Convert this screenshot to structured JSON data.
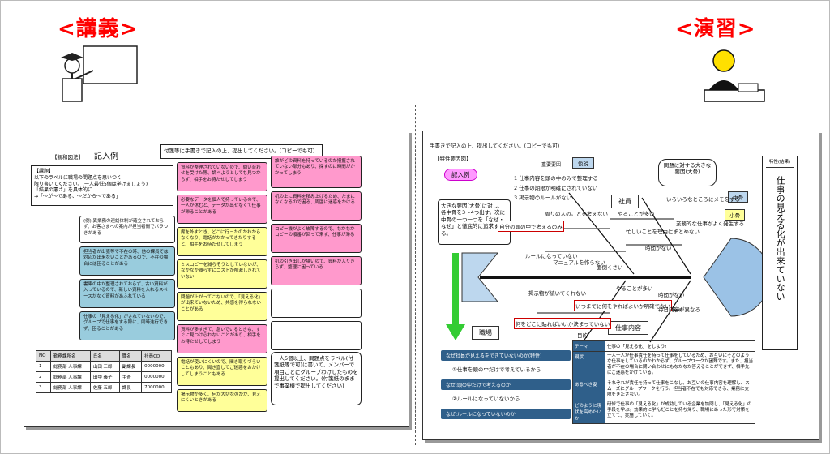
{
  "headings": {
    "lecture": "<講義>",
    "exercise": "<演習>"
  },
  "left": {
    "method_tag": "【親和図法】",
    "example_title": "記入例",
    "instruction": "付箋等に手書きで記入の上、提出してください。(コピーでも可)",
    "task_box": "【課題】\n以下のラベルに職場の問題点を思いつく\n限り書いてください。(一人最低5個は挙げましょう)\n「結果の悪さ」を具体的に\n→「～が～である、～だから～である」",
    "example_note": "(例) 異業務の連絡体制が確立されておらず、お客さまへの案内が担当者間でバラつきがある",
    "notes": [
      {
        "color": "cyan",
        "text": "担当者が出張等で不在の時、他の課員では対応が出来ないことがあるので、不在の場合には困ることがある"
      },
      {
        "color": "cyan",
        "text": "書庫の中が整理されておらず、古い資料が入っているので、新しい資料を入れるスペースがなく資料があふれている"
      },
      {
        "color": "cyan",
        "text": "仕事の「見える化」がされていないので、グループで仕事をする際に、同時進行できず、困ることがある"
      },
      {
        "color": "pink",
        "text": "資料が整理されていないので、問い合わせを受けた際、調べようとしても見つからず、相手をお待たせしてしまう"
      },
      {
        "color": "pink",
        "text": "必要なデータを個人で持っているので、一人が休むと、データが出せなくて仕事が滞ることがある"
      },
      {
        "color": "yellow",
        "text": "席を外すとき、どこに行ったのかわからなくなり、電話がかかってきたりすると、相手をお待たせしてしまう"
      },
      {
        "color": "yellow",
        "text": "ミスコピーを減らそうとしていないが、なかなか減らずにコストが削減しきれていない"
      },
      {
        "color": "yellow",
        "text": "問題が上がってこないので、「見える化」が出来ていないため、共感を得られないことがある"
      },
      {
        "color": "pink",
        "text": "資料が多すぎて、急いでいるときも、すぐに見つけられないことがあり、相手をお待たせしてしまう"
      },
      {
        "color": "yellow",
        "text": "電話が使いにくいので、間き取りづらいこともあり、聞き直してご迷惑をおかけしてしまうこともある"
      },
      {
        "color": "yellow",
        "text": "掲示物が多く、何が大切なのかが、見えにくいときがある"
      },
      {
        "color": "pink",
        "text": "誰がどの資料を持っているのか把握されていない部分もあり、探すのに時間がかかってしまう"
      },
      {
        "color": "pink",
        "text": "机の上に資料を積み上げるため、たまになくなるので困る、周囲に迷惑をかける"
      },
      {
        "color": "pink",
        "text": "コピー機がよく故障するので、なかなかコピーの順番が回って来ず、仕事が滞る"
      },
      {
        "color": "pink",
        "text": "机の引き出しが狭いので、資料が入りきらず、整理に困っている"
      }
    ],
    "submit_box": "一人5個以上、問題点をラベル(付箋紙等で可)に書いて、メンバーで項目ごとにグループわけしたものを提出してください。(付箋紙のままで事業機で提出してください)",
    "table_headers": [
      "NO",
      "勤務課所名",
      "氏名",
      "職名",
      "社員CD"
    ],
    "table_rows": [
      [
        "1",
        "総務部 人事課",
        "山田 三郎",
        "副課長",
        "0000000"
      ],
      [
        "2",
        "総務部 人事課",
        "田中 義子",
        "主査",
        "0000000"
      ],
      [
        "3",
        "総務部 人事課",
        "佐藤 五郎",
        "課長",
        "7000000"
      ]
    ]
  },
  "right": {
    "instruction": "手書きで記入の上、提出してください。(コピーでも可)",
    "method_tag": "【特性要因図】",
    "example_label": "記入例",
    "main_cause_label": "重要要因",
    "hypothesis_label": "仮説",
    "cause_list": [
      "1 仕事内容を頭の中のみで整理する",
      "2 仕事の期限が明確にされていない",
      "3 掲示物のルールがない"
    ],
    "big_cause_bubble": "問題に対する大きな要因(大骨)",
    "left_note": "大きな要因(大骨)に対し、各中骨を3～4つ出す。次に中骨の一つ一つを「なぜ・なぜ」と徹底的に追求する。",
    "bones": {
      "staff": "社員",
      "workplace": "職場",
      "work_content": "仕事内容",
      "middle": "中骨",
      "small": "小骨"
    },
    "labels": [
      "自分の頭の中で考えるのみ",
      "周りの人のことを考えない",
      "いろいろなところにメモをする",
      "やることが多い",
      "忙しいことを理由にまとめない",
      "業務的な仕事がよく発生する",
      "時間がない",
      "ルールになっていない",
      "マニュアルを作らない",
      "面倒くさい",
      "何をどこに貼ればいいか決まっていない",
      "掲示物が続いてくれない",
      "いつまでに何をやればよいか明確でない",
      "やることが多い",
      "毎日内容が異なる",
      "時間がない"
    ],
    "characteristic_head": "特性(結果)",
    "characteristic_text": "仕事の見える化が出来ていない",
    "purpose_label": "目的",
    "theme_label": "テーマ",
    "theme_value": "仕事の「見える化」をしよう!",
    "rows": [
      {
        "head": "現状",
        "text": "一人一人が仕事責任を持って仕事をしているため、お互いにそどのような仕事をしているのかわからず、グループワークが困難です。また、担当者が不在の場合に問い合わせにもなかなか答えることができず、相手先にご迷惑をかけている。"
      },
      {
        "head": "あるべき姿",
        "text": "それぞれが責任を持って仕事をこなし、お互いの仕事内容を理解し、スムーズにグループワークを行う。担当者不在でも対応できる、業務に支障をきたさない。"
      },
      {
        "head": "どのように現状を高めたいか",
        "text": "研修で仕事の「見える化」が成功している企業を訪問し、「見える化」の手段を学ぶ。効果的に学んだことを持ち帰り、職場にあった形で対策を立てて、実施していく。"
      }
    ],
    "why_items": [
      "なぜ社員が見えるをできていないのか(特性)",
      "①仕事を頭の中だけで考えているから",
      "なぜ:頭の中だけで考えるのか",
      "②ルールになっていないから",
      "なぜ:ルールになっていないのか"
    ]
  }
}
